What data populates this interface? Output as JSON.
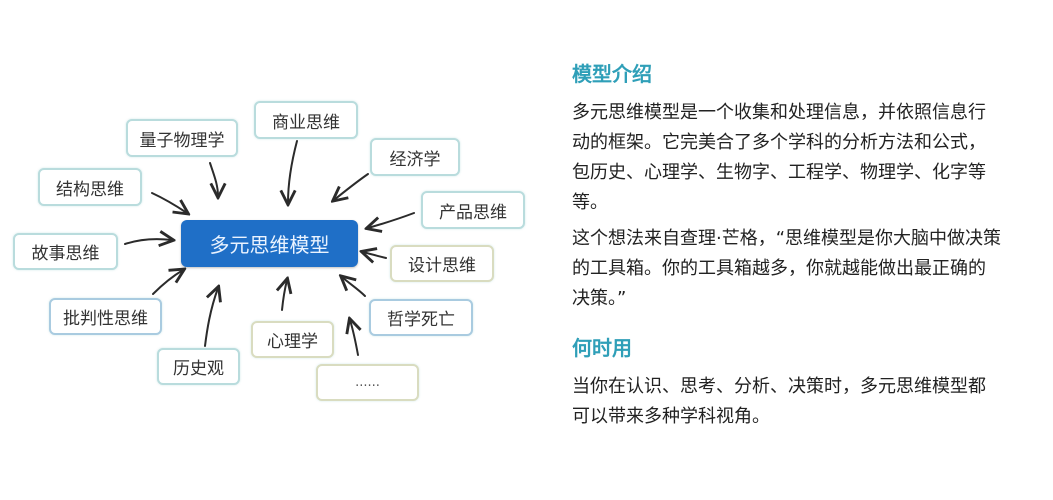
{
  "diagram": {
    "center": "多元思维模型",
    "nodes": [
      {
        "id": "quantum",
        "label": "量子物理学"
      },
      {
        "id": "business",
        "label": "商业思维"
      },
      {
        "id": "economics",
        "label": "经济学"
      },
      {
        "id": "structure",
        "label": "结构思维"
      },
      {
        "id": "product",
        "label": "产品思维"
      },
      {
        "id": "story",
        "label": "故事思维"
      },
      {
        "id": "design",
        "label": "设计思维"
      },
      {
        "id": "critical",
        "label": "批判性思维"
      },
      {
        "id": "philosophy",
        "label": "哲学死亡"
      },
      {
        "id": "psychology",
        "label": "心理学"
      },
      {
        "id": "history",
        "label": "历史观"
      },
      {
        "id": "more",
        "label": "......"
      }
    ],
    "colors": {
      "center_bg": "#1f6fc7",
      "node_border": "#b9dcdd",
      "arrow": "#2b2b2b"
    }
  },
  "panel": {
    "intro_heading": "模型介绍",
    "intro_paragraphs": [
      "多元思维模型是一个收集和处理信息，并依照信息行动的框架。它完美合了多个学科的分析方法和公式， 包历史、心理学、生物字、工程学、物理学、化字等等。",
      "这个想法来自查理·芒格，“思维模型是你大脑中做决策的工具箱。你的工具箱越多，你就越能做出最正确的决策。”"
    ],
    "when_heading": "何时用",
    "when_paragraphs": [
      "当你在认识、思考、分析、决策时，多元思维模型都可以带来多种学科视角。"
    ],
    "heading_color": "#2f9fb8"
  }
}
